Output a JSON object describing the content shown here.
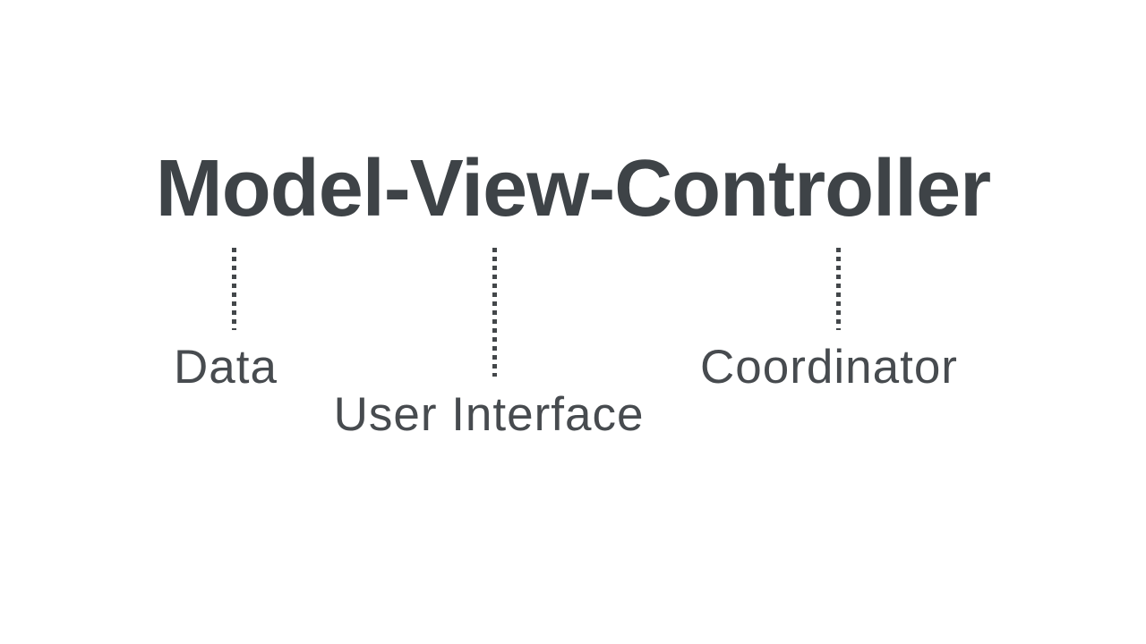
{
  "canvas": {
    "background_color": "#ffffff"
  },
  "title": {
    "text": "Model-View-Controller",
    "color": "#3e4347"
  },
  "connector": {
    "style": "dotted",
    "color": "#43474a"
  },
  "annotations": [
    {
      "term": "Model",
      "label": "Data"
    },
    {
      "term": "View",
      "label": "User Interface"
    },
    {
      "term": "Controller",
      "label": "Coordinator"
    }
  ]
}
